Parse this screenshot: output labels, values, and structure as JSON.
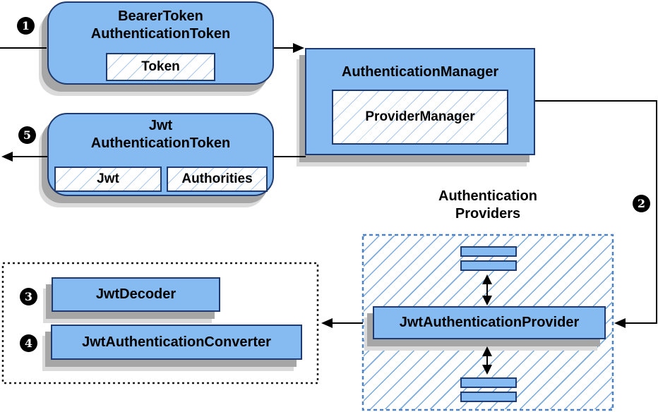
{
  "nodes": {
    "bearer_token": {
      "line1": "BearerToken",
      "line2": "AuthenticationToken",
      "chip": "Token"
    },
    "authentication_manager": {
      "title": "AuthenticationManager",
      "chip": "ProviderManager"
    },
    "jwt_token": {
      "line1": "Jwt",
      "line2": "AuthenticationToken",
      "chip_jwt": "Jwt",
      "chip_authorities": "Authorities"
    },
    "jwt_provider": {
      "title": "JwtAuthenticationProvider"
    },
    "jwt_decoder": {
      "title": "JwtDecoder"
    },
    "jwt_converter": {
      "title": "JwtAuthenticationConverter"
    }
  },
  "labels": {
    "providers_group_line1": "Authentication",
    "providers_group_line2": "Providers"
  },
  "steps": {
    "s1": "1",
    "s2": "2",
    "s3": "3",
    "s4": "4",
    "s5": "5"
  },
  "colors": {
    "node_fill": "#85BBF0",
    "node_border": "#1F3A6E",
    "hatch_line_small": "#A9C7EF",
    "hatch_line_large": "#7AAADE",
    "group_dash_border": "#4F81C5",
    "dotted_box_border": "#1A1A1A",
    "shadow_dark": "#A6A6A6",
    "shadow_light": "#DBDBDB",
    "connector": "#000000",
    "badge_bg": "#000000",
    "badge_text": "#FFFFFF"
  }
}
